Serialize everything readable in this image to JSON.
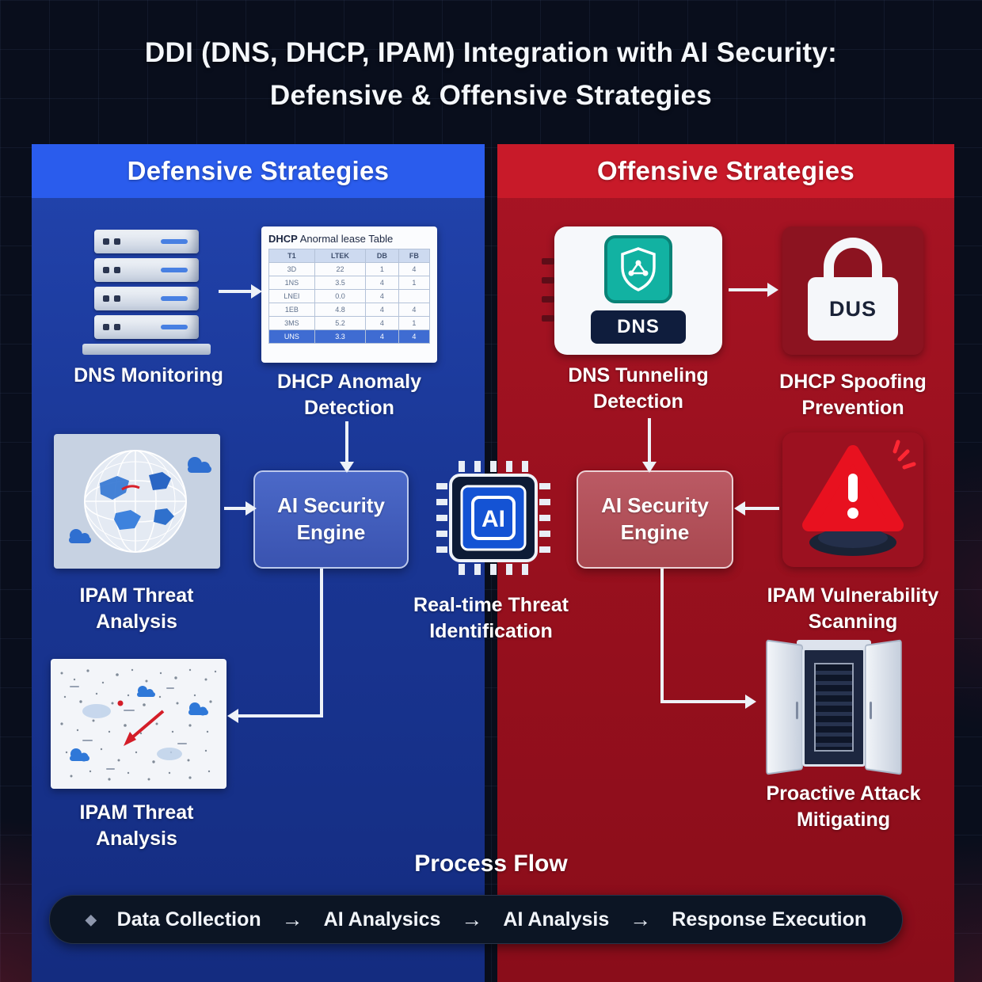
{
  "title": "DDI (DNS, DHCP, IPAM) Integration with AI Security:\nDefensive & Offensive Strategies",
  "defensive": {
    "header": "Defensive Strategies",
    "dns_monitoring_label": "DNS Monitoring",
    "table": {
      "title_bold": "DHCP",
      "title_rest": " Anormal lease Table",
      "header": [
        "T1",
        "LTEK",
        "DB",
        "FB"
      ],
      "rows": [
        [
          "3D",
          "22",
          "1",
          "4"
        ],
        [
          "1NS",
          "3.5",
          "4",
          "1"
        ],
        [
          "LNEI",
          "0.0",
          "4",
          ""
        ],
        [
          "1EB",
          "4.8",
          "4",
          "4"
        ],
        [
          "3MS",
          "5.2",
          "4",
          "1"
        ],
        [
          "UNS",
          "3.3",
          "4",
          "4"
        ]
      ]
    },
    "dhcp_anomaly_label": "DHCP Anomaly\nDetection",
    "ipam_threat_label_1": "IPAM Threat\nAnalysis",
    "ai_engine_label": "AI Security\nEngine",
    "ipam_threat_label_2": "IPAM Threat\nAnalysis"
  },
  "offensive": {
    "header": "Offensive Strategies",
    "dns_chip_text": "DNS",
    "dns_tunneling_label": "DNS Tunneling\nDetection",
    "padlock_text": "DUS",
    "dhcp_spoofing_label": "DHCP Spoofing\nPrevention",
    "ai_engine_label": "AI Security\nEngine",
    "ipam_vuln_label": "IPAM Vulnerability\nScanning",
    "proactive_label": "Proactive Attack\nMitigating"
  },
  "center": {
    "chip_text": "AI",
    "label": "Real-time Threat\nIdentification"
  },
  "process_flow": {
    "title": "Process Flow",
    "diamond": "◆",
    "arrow": "→",
    "steps": [
      "Data Collection",
      "AI Analysics",
      "AI Analysis",
      "Response Execution"
    ]
  },
  "colors": {
    "defensive_header": "#2a5ced",
    "defensive_panel": "#1a3796",
    "offensive_header": "#c81a29",
    "offensive_panel": "#99101e",
    "chip_blue": "#1453d4",
    "teal_chip": "#12b2a2",
    "warning_red": "#e8111f",
    "background": "#090e1c"
  }
}
